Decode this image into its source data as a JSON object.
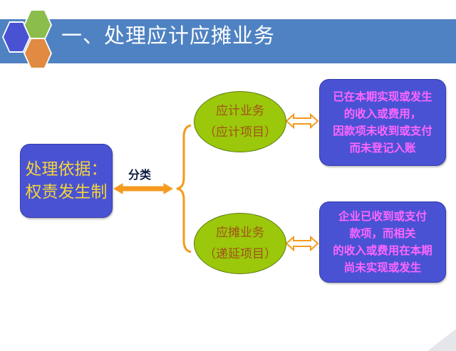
{
  "title": "一、处理应计应摊业务",
  "basis": {
    "line1": "处理依据：",
    "line2": "权责发生制"
  },
  "classify_label": "分类",
  "accrual": {
    "line1": "应计业务",
    "line2": "（应计项目）",
    "desc": [
      "已在本期实现或发生",
      "的收入或费用，",
      "因款项未收到或支付",
      "而未登记入账"
    ]
  },
  "deferral": {
    "line1": "应摊业务",
    "line2": "（递延项目）",
    "desc": [
      "企业已收到或支付",
      "款项，而相关",
      "的收入或费用在本期",
      "尚未实现或发生"
    ]
  },
  "colors": {
    "title_bar": "#4f82c2",
    "box": "#4a52d4",
    "ellipse": "#9bc80a",
    "arrow": "#f59a1e",
    "desc_text": "#ff66ff",
    "basis_text": "#f2d43a"
  }
}
